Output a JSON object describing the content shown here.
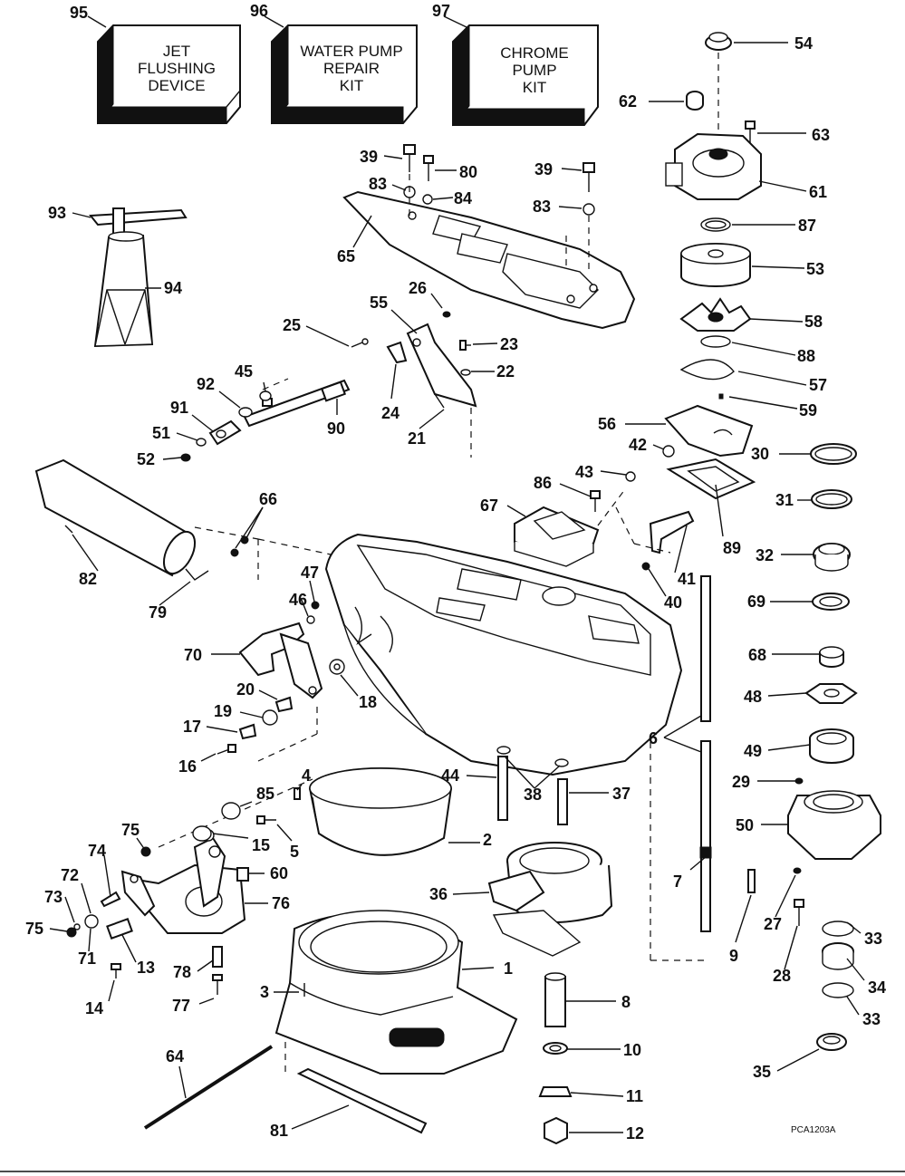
{
  "kits": [
    {
      "id": "95",
      "lines": [
        "JET",
        "FLUSHING",
        "DEVICE"
      ]
    },
    {
      "id": "96",
      "lines": [
        "WATER PUMP",
        "REPAIR",
        "KIT"
      ]
    },
    {
      "id": "97",
      "lines": [
        "CHROME",
        "PUMP",
        "KIT"
      ]
    }
  ],
  "callouts": [
    "54",
    "62",
    "63",
    "39",
    "80",
    "83",
    "84",
    "39",
    "83",
    "61",
    "87",
    "65",
    "53",
    "93",
    "94",
    "58",
    "26",
    "55",
    "23",
    "25",
    "88",
    "22",
    "45",
    "92",
    "24",
    "57",
    "91",
    "90",
    "21",
    "59",
    "51",
    "56",
    "52",
    "42",
    "30",
    "43",
    "66",
    "86",
    "67",
    "31",
    "89",
    "32",
    "82",
    "41",
    "47",
    "40",
    "79",
    "46",
    "69",
    "70",
    "68",
    "20",
    "18",
    "48",
    "19",
    "17",
    "6",
    "49",
    "16",
    "44",
    "38",
    "37",
    "29",
    "4",
    "85",
    "50",
    "75",
    "5",
    "2",
    "15",
    "74",
    "60",
    "36",
    "7",
    "72",
    "76",
    "27",
    "73",
    "9",
    "75",
    "1",
    "33",
    "71",
    "13",
    "28",
    "78",
    "34",
    "3",
    "8",
    "14",
    "77",
    "33",
    "64",
    "10",
    "35",
    "11",
    "81",
    "12"
  ],
  "drawing_code": "PCA1203A"
}
